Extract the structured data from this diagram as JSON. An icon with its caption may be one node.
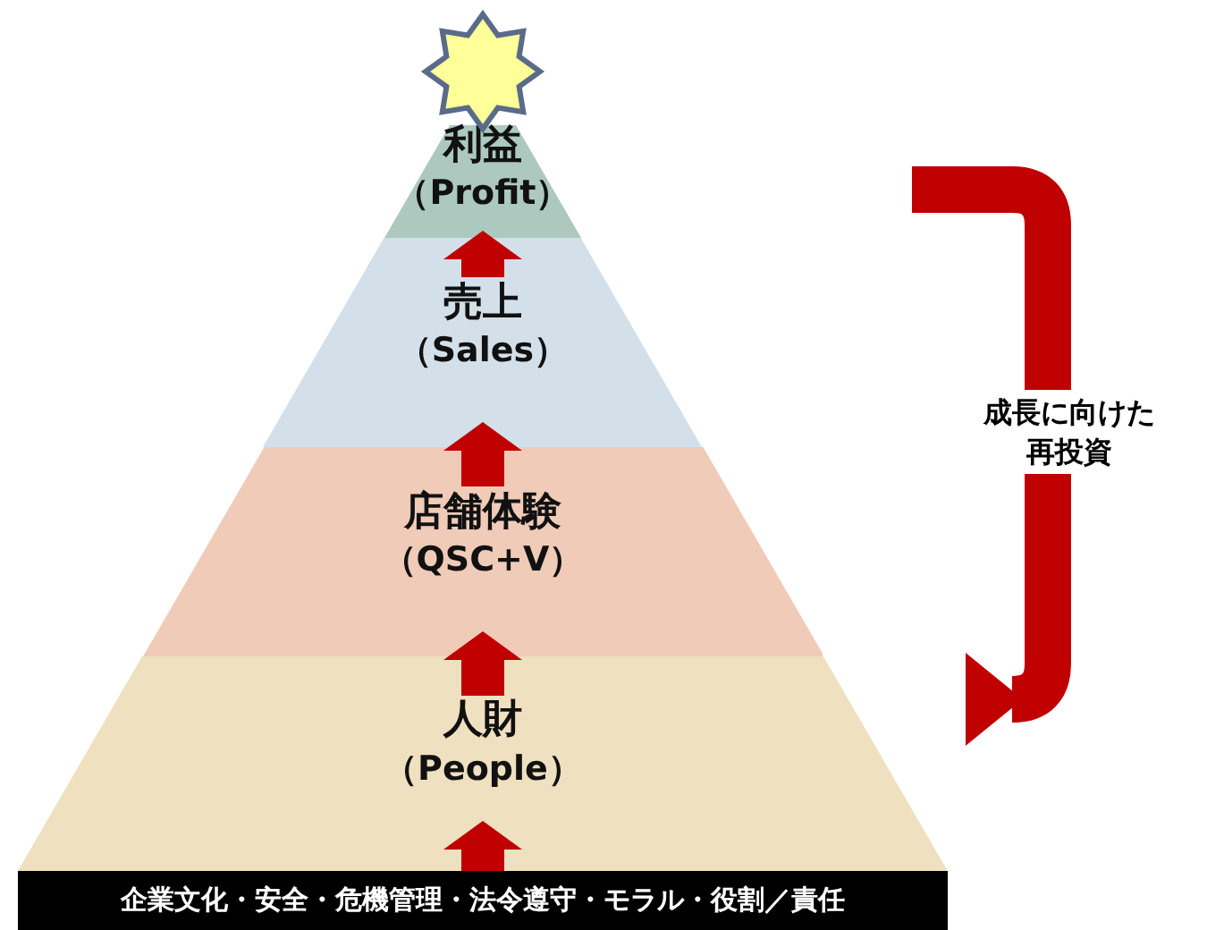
{
  "diagram": {
    "nodes": [
      {
        "text": [
          "利益",
          "（Profit）"
        ]
      },
      {
        "text": [
          "売上",
          "（Sales）"
        ]
      },
      {
        "text": [
          "店舗体験",
          "（QSC+V）"
        ]
      },
      {
        "text": [
          "人財",
          "（People）"
        ]
      },
      {
        "text": [
          "企業文化・安全・危機管理・法令遵守・モラル・役割／責任"
        ]
      }
    ],
    "edges": [
      {
        "from": 4,
        "to": 3,
        "arrow": "to"
      },
      {
        "from": 3,
        "to": 2,
        "arrow": "to"
      },
      {
        "from": 2,
        "to": 1,
        "arrow": "to"
      },
      {
        "from": 1,
        "to": 0,
        "arrow": "to"
      },
      {
        "from": null,
        "to": 3,
        "arrow": "to",
        "label": "成長に向けた再投資"
      }
    ]
  }
}
